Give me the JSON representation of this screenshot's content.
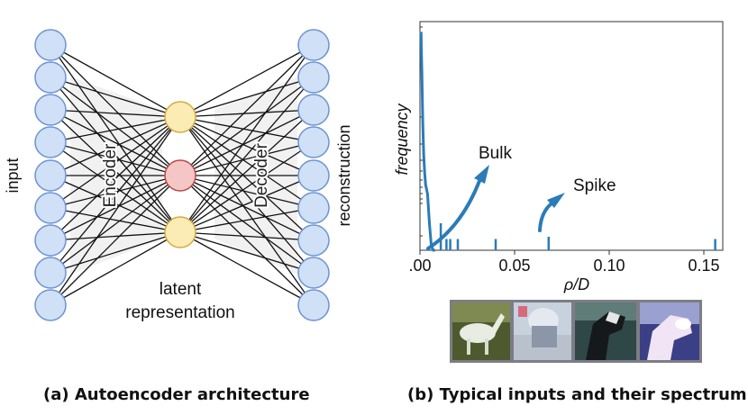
{
  "panel_a": {
    "input_label": "input",
    "output_label": "reconstruction",
    "encoder_label": "Encoder",
    "decoder_label": "Decoder",
    "latent_label_line1": "latent",
    "latent_label_line2": "representation",
    "caption": "(a) Autoencoder architecture",
    "colors": {
      "io_node_fill": "#cfe0f7",
      "io_node_stroke": "#6d93d1",
      "latent_node_fill": "#fbebb4",
      "latent_node_stroke": "#d3ac40",
      "latent_mid_fill": "#f5c6c6",
      "latent_mid_stroke": "#b84848"
    }
  },
  "panel_b": {
    "caption": "(b) Typical inputs and their spectrum",
    "images": [
      "white-horse-photo",
      "light-horse-photo",
      "dark-horse-photo",
      "purple-horse-photo"
    ],
    "chart_data": {
      "type": "line",
      "xlabel": "ρ/D",
      "ylabel": "frequency",
      "x_ticks": [
        ".00",
        "0.05",
        "0.10",
        "0.15"
      ],
      "xlim": [
        0,
        0.16
      ],
      "ylim": [
        0,
        1
      ],
      "series": [
        {
          "x": [
            0.0005,
            0.001,
            0.0015,
            0.002,
            0.0025,
            0.003,
            0.0035,
            0.004,
            0.005,
            0.006,
            0.007,
            0.008
          ],
          "values": [
            0.97,
            0.8,
            0.57,
            0.42,
            0.34,
            0.29,
            0.27,
            0.25,
            0.12,
            0.02,
            0.0,
            0.0
          ],
          "color": "#2b7bb9"
        }
      ],
      "spike_ticks": [
        {
          "x": 0.011,
          "value": 0.12
        },
        {
          "x": 0.014,
          "value": 0.05
        },
        {
          "x": 0.016,
          "value": 0.05
        },
        {
          "x": 0.02,
          "value": 0.05
        },
        {
          "x": 0.04,
          "value": 0.05
        },
        {
          "x": 0.068,
          "value": 0.06
        },
        {
          "x": 0.156,
          "value": 0.05
        }
      ],
      "annotations": [
        {
          "text": "Bulk"
        },
        {
          "text": "Spike"
        }
      ]
    }
  }
}
